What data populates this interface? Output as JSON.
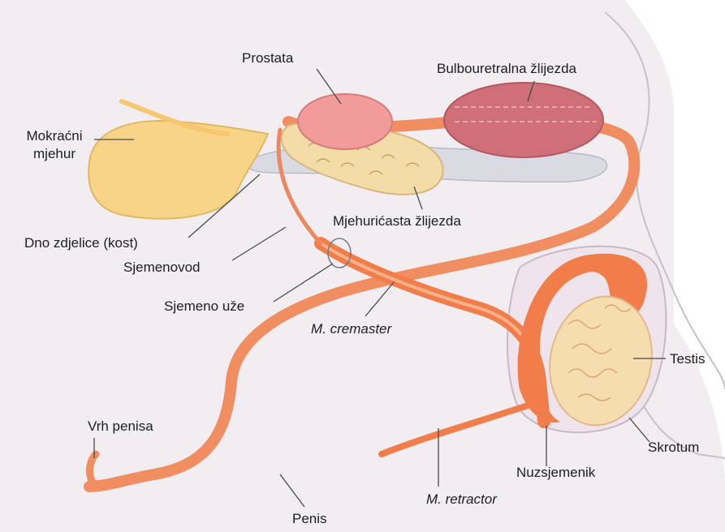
{
  "labels": {
    "prostata": "Prostata",
    "bulbouretralna": "Bulbouretralna žlijezda",
    "mokracni": "Mokraćni",
    "mjehur": "mjehur",
    "mjehuricasta": "Mjehurićasta žlijezda",
    "dno_zdjelice": "Dno zdjelice (kost)",
    "sjemenovod": "Sjemenovod",
    "sjemeno_uze": "Sjemeno uže",
    "cremaster": "M. cremaster",
    "testis": "Testis",
    "vrh_penisa": "Vrh penisa",
    "skrotum": "Skrotum",
    "nuzsjemenik": "Nuzsjemenik",
    "retractor": "M. retractor",
    "penis": "Penis"
  },
  "colors": {
    "background_body": "#efe9ee",
    "organ_orange": "#f07d4a",
    "organ_orange_light": "#f6a57a",
    "bladder": "#f8d488",
    "prostate": "#f29b9b",
    "bulbourethral": "#cf6f78",
    "vesicular": "#f3dca8",
    "pelvis_bone": "#d7d8df",
    "testis": "#f6ddb0"
  }
}
